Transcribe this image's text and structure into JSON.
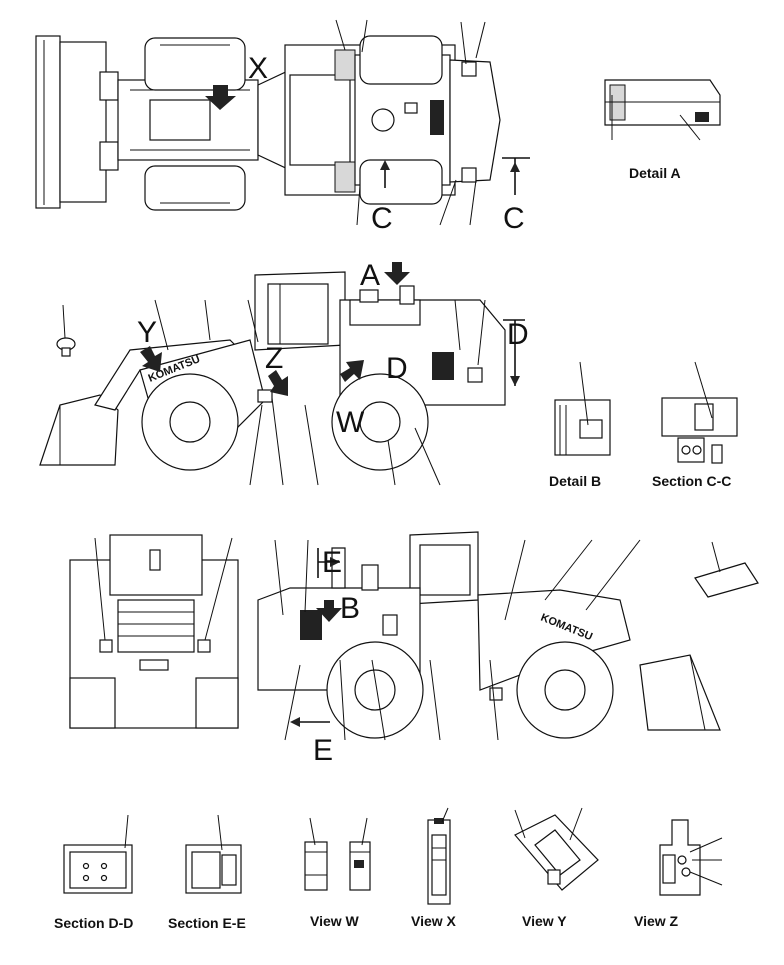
{
  "views": {
    "detail_a": "Detail A",
    "detail_b": "Detail B",
    "section_cc": "Section C-C",
    "section_dd": "Section D-D",
    "section_ee": "Section E-E",
    "view_w": "View W",
    "view_x": "View X",
    "view_y": "View Y",
    "view_z": "View Z"
  },
  "reference_letters": {
    "x": "X",
    "y": "Y",
    "z": "Z",
    "w": "W",
    "a": "A",
    "b": "B",
    "c": "C",
    "d": "D",
    "e": "E"
  },
  "brand": "KOMATSU",
  "colors": {
    "line": "#111111",
    "background": "#ffffff",
    "arrow": "#1a1a1a"
  }
}
